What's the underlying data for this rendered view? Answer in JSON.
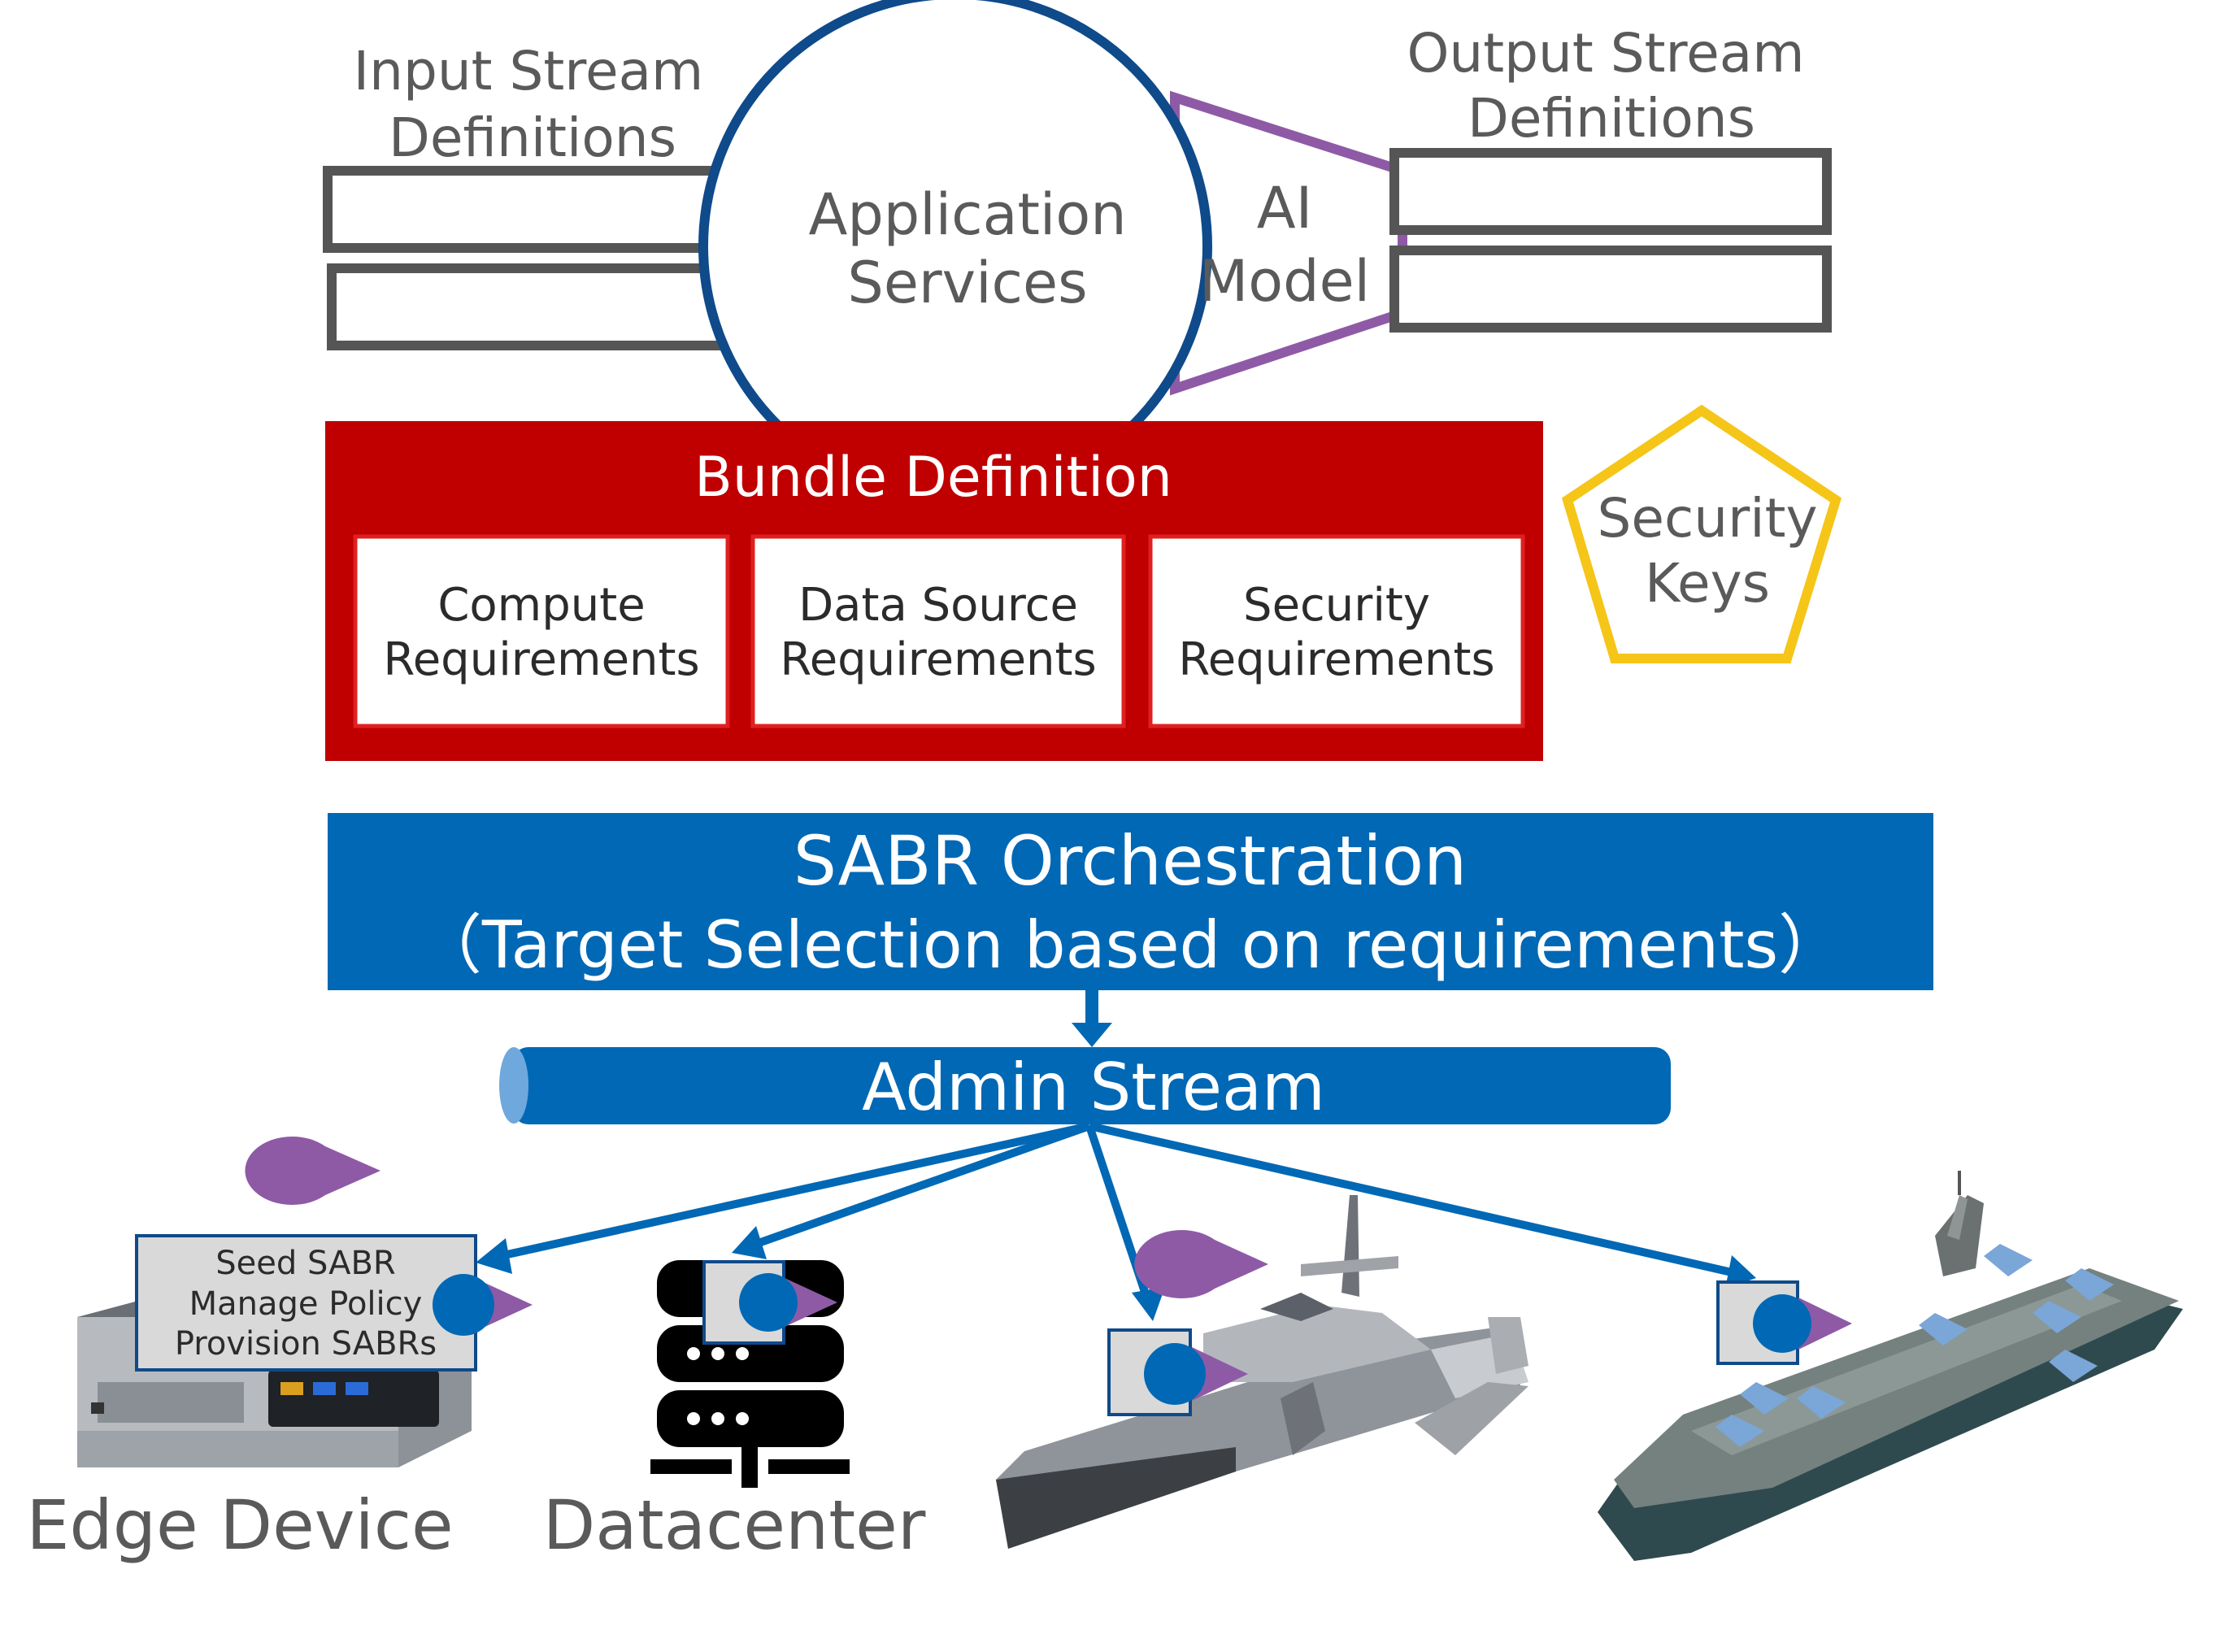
{
  "input_stream": {
    "title_line1": "Input Stream",
    "title_line2": "Definitions"
  },
  "output_stream": {
    "title_line1": "Output Stream",
    "title_line2": "Definitions"
  },
  "app_services": {
    "line1": "Application",
    "line2": "Services"
  },
  "ai_model": {
    "line1": "AI",
    "line2": "Model"
  },
  "bundle": {
    "title": "Bundle Definition",
    "boxes": [
      {
        "line1": "Compute",
        "line2": "Requirements"
      },
      {
        "line1": "Data Source",
        "line2": "Requirements"
      },
      {
        "line1": "Security",
        "line2": "Requirements"
      }
    ]
  },
  "security_keys": {
    "line1": "Security",
    "line2": "Keys"
  },
  "orchestration": {
    "line1": "SABR Orchestration",
    "line2": "（Target Selection based on requirements）"
  },
  "admin_stream": {
    "label": "Admin Stream"
  },
  "seed_box": {
    "line1": "Seed SABR",
    "line2": "Manage Policy",
    "line3": "Provision SABRs"
  },
  "targets": {
    "edge_label": "Edge Device",
    "datacenter_label": "Datacenter"
  },
  "colors": {
    "dark_blue": "#0f4a8a",
    "blue": "#0068b5",
    "red": "#c00000",
    "purple": "#8e5aa6",
    "gold": "#f5c518",
    "gray_border": "#555555",
    "text_gray": "#5a5a5a"
  }
}
